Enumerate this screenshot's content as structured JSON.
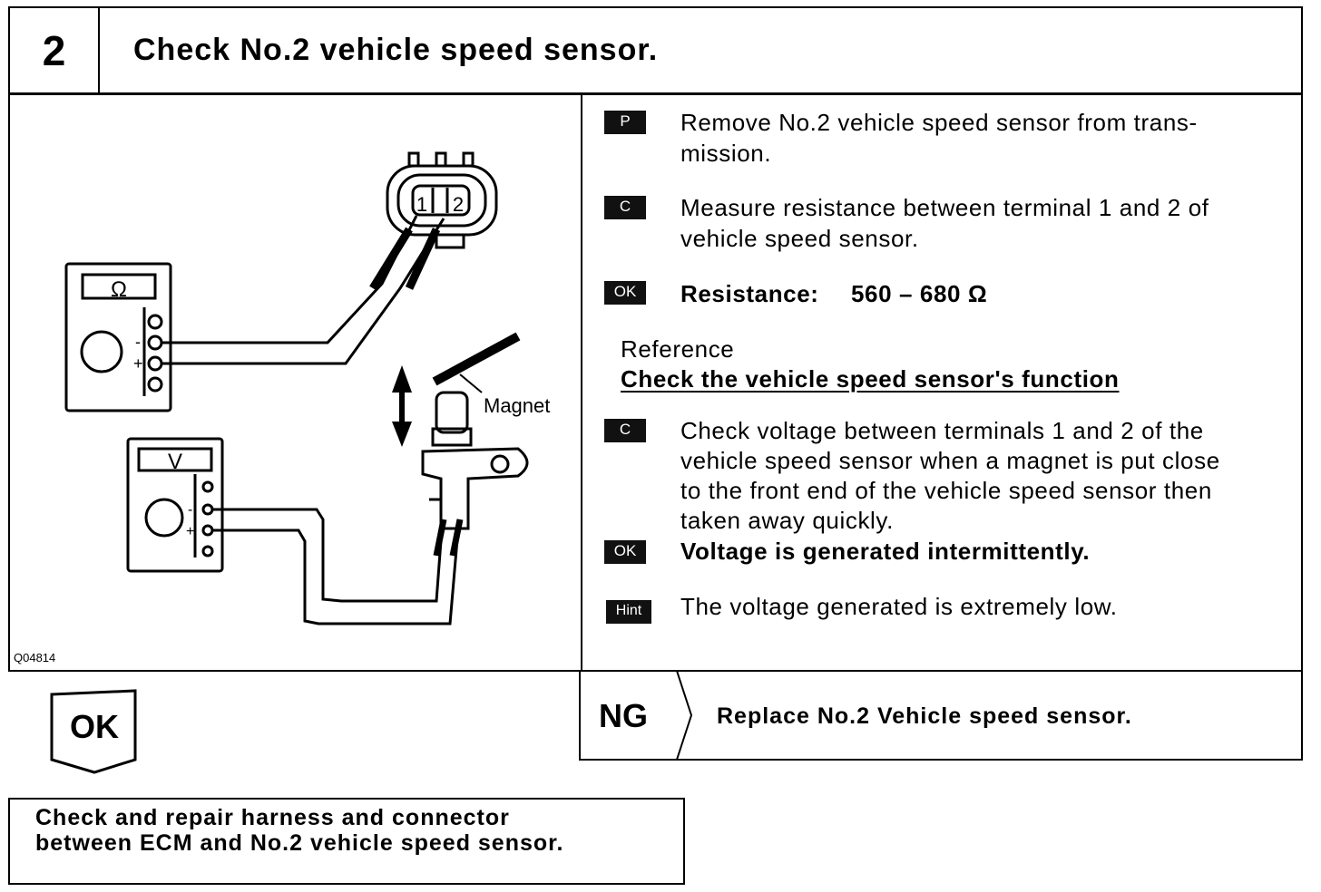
{
  "header": {
    "step_number": "2",
    "title": "Check No.2 vehicle speed sensor."
  },
  "diagram": {
    "figure_id": "Q04814",
    "ohmmeter_label": "Ω",
    "voltmeter_label": "V",
    "connector_terminal_1": "1",
    "connector_terminal_2": "2",
    "magnet_label": "Magnet",
    "minus_sign": "-",
    "plus_sign": "+"
  },
  "steps": [
    {
      "badge": "P",
      "text": "Remove No.2 vehicle speed sensor from trans-",
      "text2": "mission."
    },
    {
      "badge": "C",
      "text": "Measure resistance between terminal 1 and 2 of",
      "text2": "vehicle speed sensor."
    },
    {
      "badge": "OK",
      "label": "Resistance:",
      "value": "560 – 680 Ω"
    },
    {
      "reference_title": "Reference",
      "reference_heading": "Check the vehicle speed sensor's function"
    },
    {
      "badge": "C",
      "lines": [
        "Check voltage between terminals 1 and 2 of the",
        "vehicle speed sensor when a magnet is put close",
        "to the front end   of the vehicle speed sensor then",
        "taken away quickly."
      ]
    },
    {
      "badge": "OK",
      "text": "Voltage is generated intermittently."
    },
    {
      "badge": "Hint",
      "text": "The voltage generated is extremely low."
    }
  ],
  "ok_branch": {
    "label": "OK",
    "action": "Check and repair harness and connector",
    "action2": "between ECM and No.2 vehicle speed sensor."
  },
  "ng_branch": {
    "label": "NG",
    "action": "Replace No.2 Vehicle speed sensor."
  }
}
